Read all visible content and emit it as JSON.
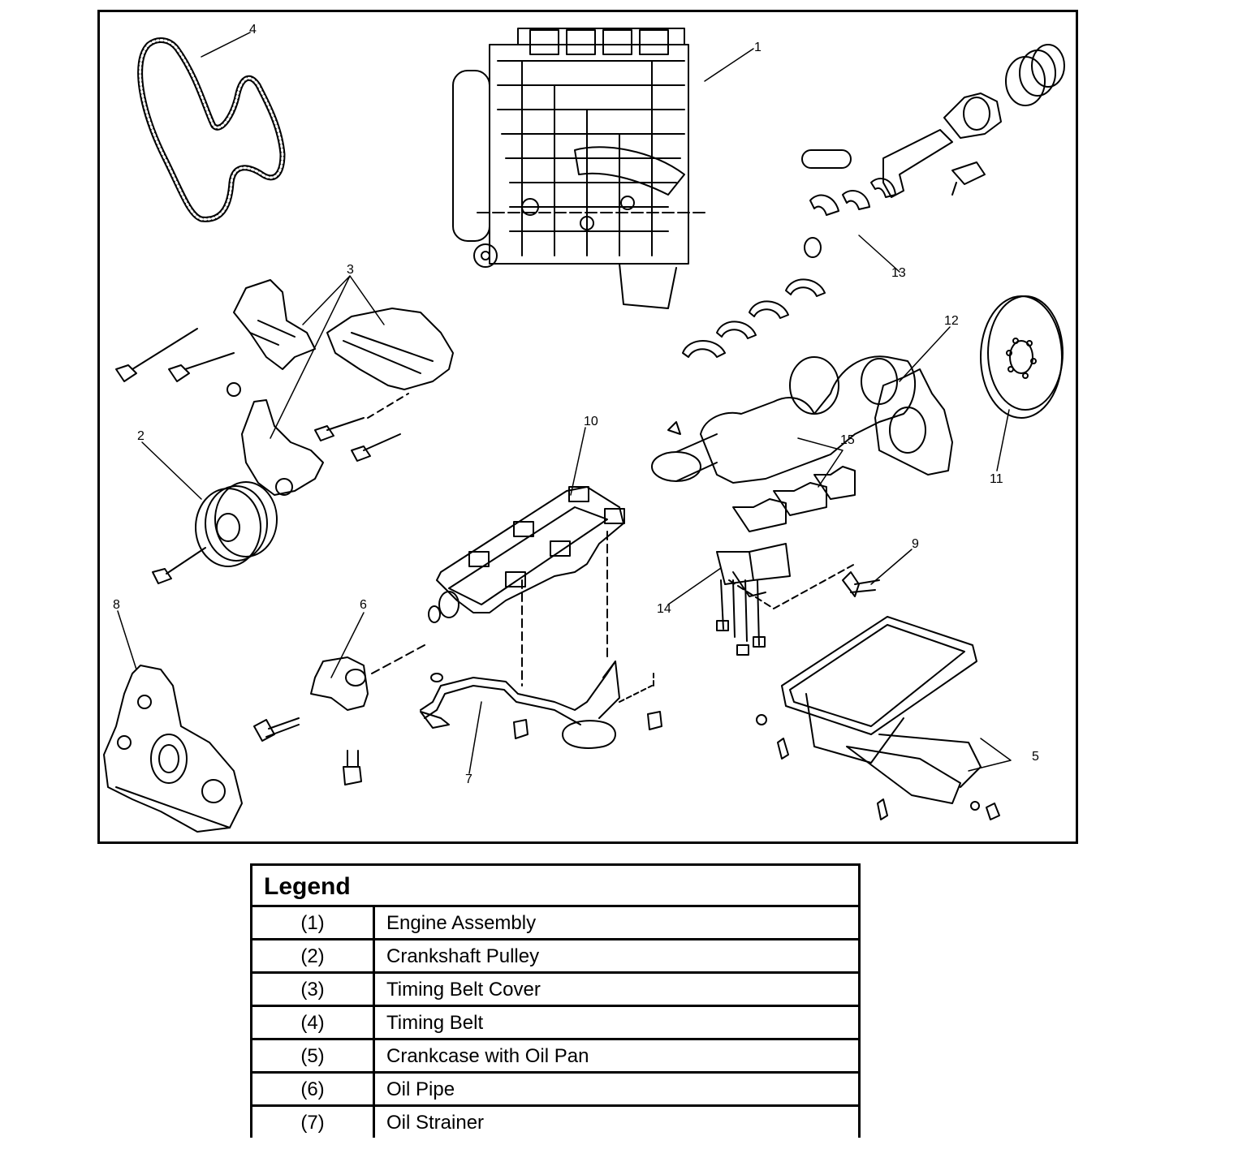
{
  "callouts": [
    "1",
    "2",
    "3",
    "4",
    "5",
    "6",
    "7",
    "8",
    "9",
    "10",
    "11",
    "12",
    "13",
    "14",
    "15"
  ],
  "legend": {
    "title": "Legend",
    "rows": [
      {
        "num": "(1)",
        "label": "Engine Assembly"
      },
      {
        "num": "(2)",
        "label": "Crankshaft Pulley"
      },
      {
        "num": "(3)",
        "label": "Timing Belt Cover"
      },
      {
        "num": "(4)",
        "label": "Timing Belt"
      },
      {
        "num": "(5)",
        "label": "Crankcase with Oil Pan"
      },
      {
        "num": "(6)",
        "label": "Oil Pipe"
      },
      {
        "num": "(7)",
        "label": "Oil Strainer"
      }
    ]
  }
}
